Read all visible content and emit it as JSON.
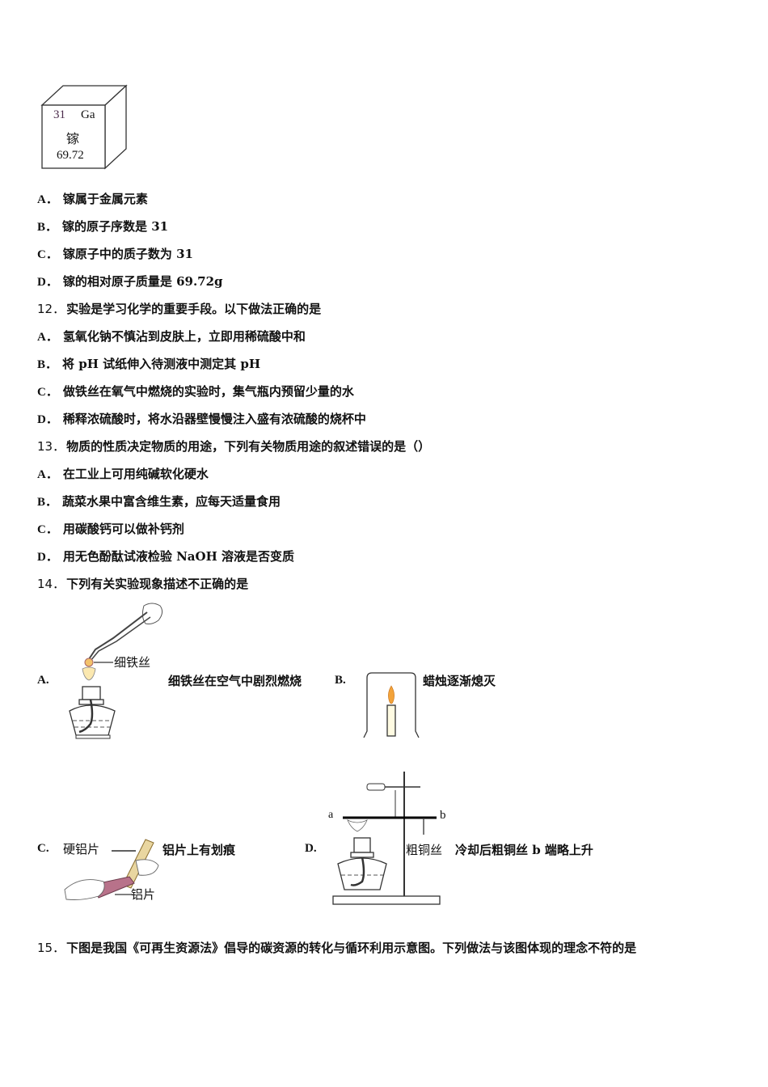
{
  "element_card": {
    "atomic_number": "31",
    "symbol": "Ga",
    "name": "镓",
    "atomic_mass": "69.72"
  },
  "q11": {
    "options": [
      {
        "letter": "A．",
        "text": "镓属于金属元素"
      },
      {
        "letter": "B．",
        "text": "镓的原子序数是 31"
      },
      {
        "letter": "C．",
        "text": "镓原子中的质子数为 31"
      },
      {
        "letter": "D．",
        "text": "镓的相对原子质量是 69.72g"
      }
    ]
  },
  "q12": {
    "number": "12．",
    "stem": "实验是学习化学的重要手段。以下做法正确的是",
    "options": [
      {
        "letter": "A．",
        "text": "氢氧化钠不慎沾到皮肤上，立即用稀硫酸中和"
      },
      {
        "letter": "B．",
        "text": "将 pH 试纸伸入待测液中测定其 pH"
      },
      {
        "letter": "C．",
        "text": "做铁丝在氧气中燃烧的实验时，集气瓶内预留少量的水"
      },
      {
        "letter": "D．",
        "text": "稀释浓硫酸时，将水沿器壁慢慢注入盛有浓硫酸的烧杯中"
      }
    ]
  },
  "q13": {
    "number": "13．",
    "stem": "物质的性质决定物质的用途，下列有关物质用途的叙述错误的是（）",
    "options": [
      {
        "letter": "A．",
        "text": "在工业上可用纯碱软化硬水"
      },
      {
        "letter": "B．",
        "text": "蔬菜水果中富含维生素，应每天适量食用"
      },
      {
        "letter": "C．",
        "text": "用碳酸钙可以做补钙剂"
      },
      {
        "letter": "D．",
        "text": "用无色酚酞试液检验 NaOH 溶液是否变质"
      }
    ]
  },
  "q14": {
    "number": "14．",
    "stem": "下列有关实验现象描述不正确的是",
    "options": [
      {
        "letter": "A.",
        "text": "细铁丝在空气中剧烈燃烧",
        "figure_label": "细铁丝"
      },
      {
        "letter": "B.",
        "text": "蜡烛逐渐熄灭"
      },
      {
        "letter": "C.",
        "text": "铝片上有划痕",
        "figure_label_1": "硬铝片",
        "figure_label_2": "铝片"
      },
      {
        "letter": "D.",
        "text": "冷却后粗铜丝 b 端略上升",
        "figure_label": "粗铜丝",
        "end_a": "a",
        "end_b": "b"
      }
    ]
  },
  "q15": {
    "number": "15．",
    "stem": "下图是我国《可再生资源法》倡导的碳资源的转化与循环利用示意图。下列做法与该图体现的理念不符的是"
  }
}
